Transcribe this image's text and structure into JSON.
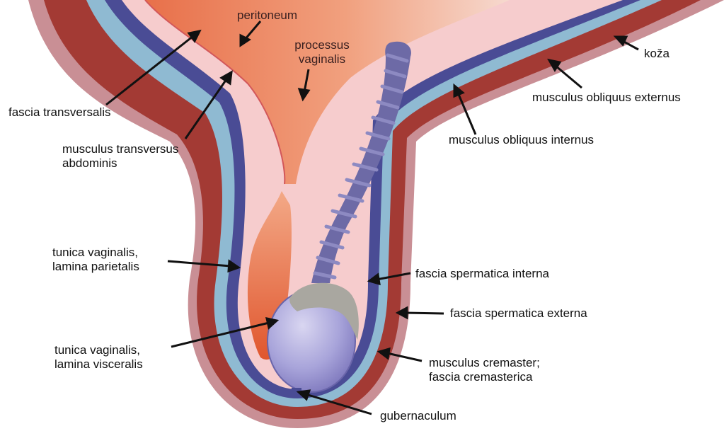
{
  "diagram": {
    "labels": {
      "peritoneum": "peritoneum",
      "processus_vaginalis": "processus\nvaginalis",
      "koza": "koža",
      "obliquus_externus": "musculus obliquus externus",
      "fascia_transversalis": "fascia transversalis",
      "obliquus_internus": "musculus obliquus internus",
      "transversus_abdominis": "musculus transversus\nabdominis",
      "tv_parietalis": "tunica vaginalis,\nlamina parietalis",
      "fascia_sp_interna": "fascia spermatica interna",
      "fascia_sp_externa": "fascia spermatica externa",
      "tv_visceralis": "tunica vaginalis,\nlamina visceralis",
      "cremaster": "musculus cremaster;\nfascia cremasterica",
      "gubernaculum": "gubernaculum"
    },
    "colors": {
      "skin": "#c98f95",
      "obliquus_externus": "#a33a34",
      "obliquus_internus": "#8fbad2",
      "transversus": "#4a4c95",
      "peritoneal_space": "#f6cccd",
      "peritoneum_cavity": "#ee8a62",
      "testis": "#a7a4d8",
      "epididymis": "#a9a7a0",
      "ductus": "#6d6aa6"
    }
  }
}
